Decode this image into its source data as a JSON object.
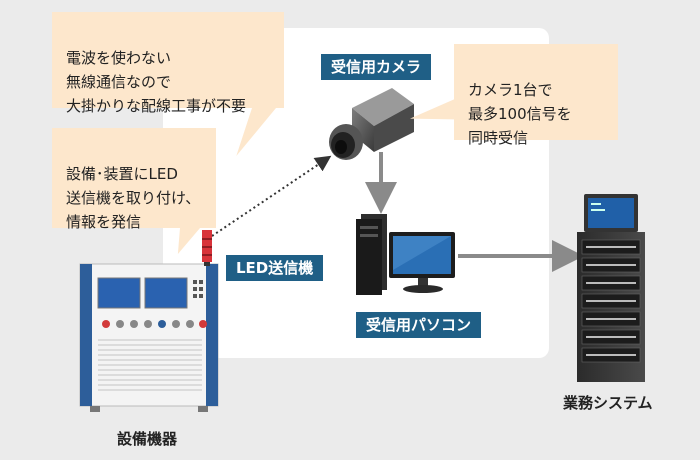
{
  "bubbles": {
    "radio_no_wiring": "電波を使わない\n無線通信なので\n大掛かりな配線工事が不要",
    "attach_led": "設備･装置にLED\n送信機を取り付け、\n情報を発信",
    "camera_capacity": "カメラ1台で\n最多100信号を\n同時受信"
  },
  "labels": {
    "receiver_camera": "受信用カメラ",
    "led_transmitter": "LED送信機",
    "receiver_pc": "受信用パソコン"
  },
  "captions": {
    "equipment": "設備機器",
    "business_system": "業務システム"
  },
  "colors": {
    "label_bg": "#1f5f86",
    "bubble_bg": "#fde7cc",
    "background": "#ebebeb"
  }
}
